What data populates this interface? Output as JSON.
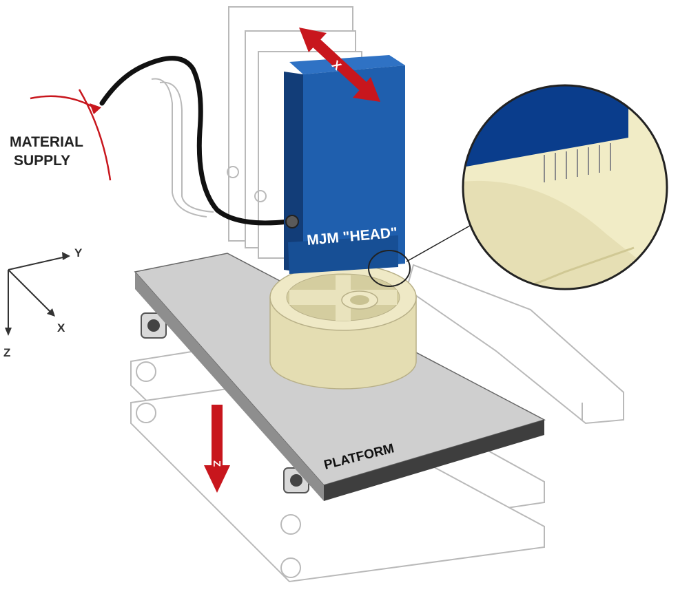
{
  "labels": {
    "material_supply_line1": "MATERIAL",
    "material_supply_line2": "SUPPLY",
    "head": "MJM \"HEAD\"",
    "platform": "PLATFORM",
    "axis_y": "Y",
    "axis_x": "X",
    "axis_z": "Z",
    "arrow_x": "X",
    "arrow_z": "Z"
  },
  "colors": {
    "head_blue": "#1f5fae",
    "head_dark": "#133f7c",
    "part_cream": "#ece6c0",
    "platform_gray": "#cfcfcf",
    "arrow_red": "#c8161d",
    "cable": "#111111"
  }
}
